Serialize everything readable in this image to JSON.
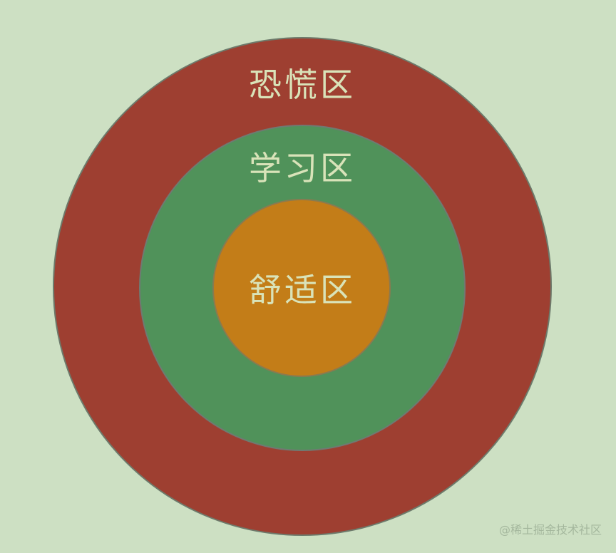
{
  "diagram": {
    "type": "concentric-circles",
    "background_color": "#cde0c3",
    "zones": [
      {
        "id": "panic",
        "label": "恐慌区",
        "color": "#9e3f31",
        "order": "outer"
      },
      {
        "id": "learning",
        "label": "学习区",
        "color": "#50925a",
        "order": "middle"
      },
      {
        "id": "comfort",
        "label": "舒适区",
        "color": "#c37d18",
        "order": "inner"
      }
    ],
    "label_color": "#d9e3b9"
  },
  "watermark": "@稀土掘金技术社区"
}
